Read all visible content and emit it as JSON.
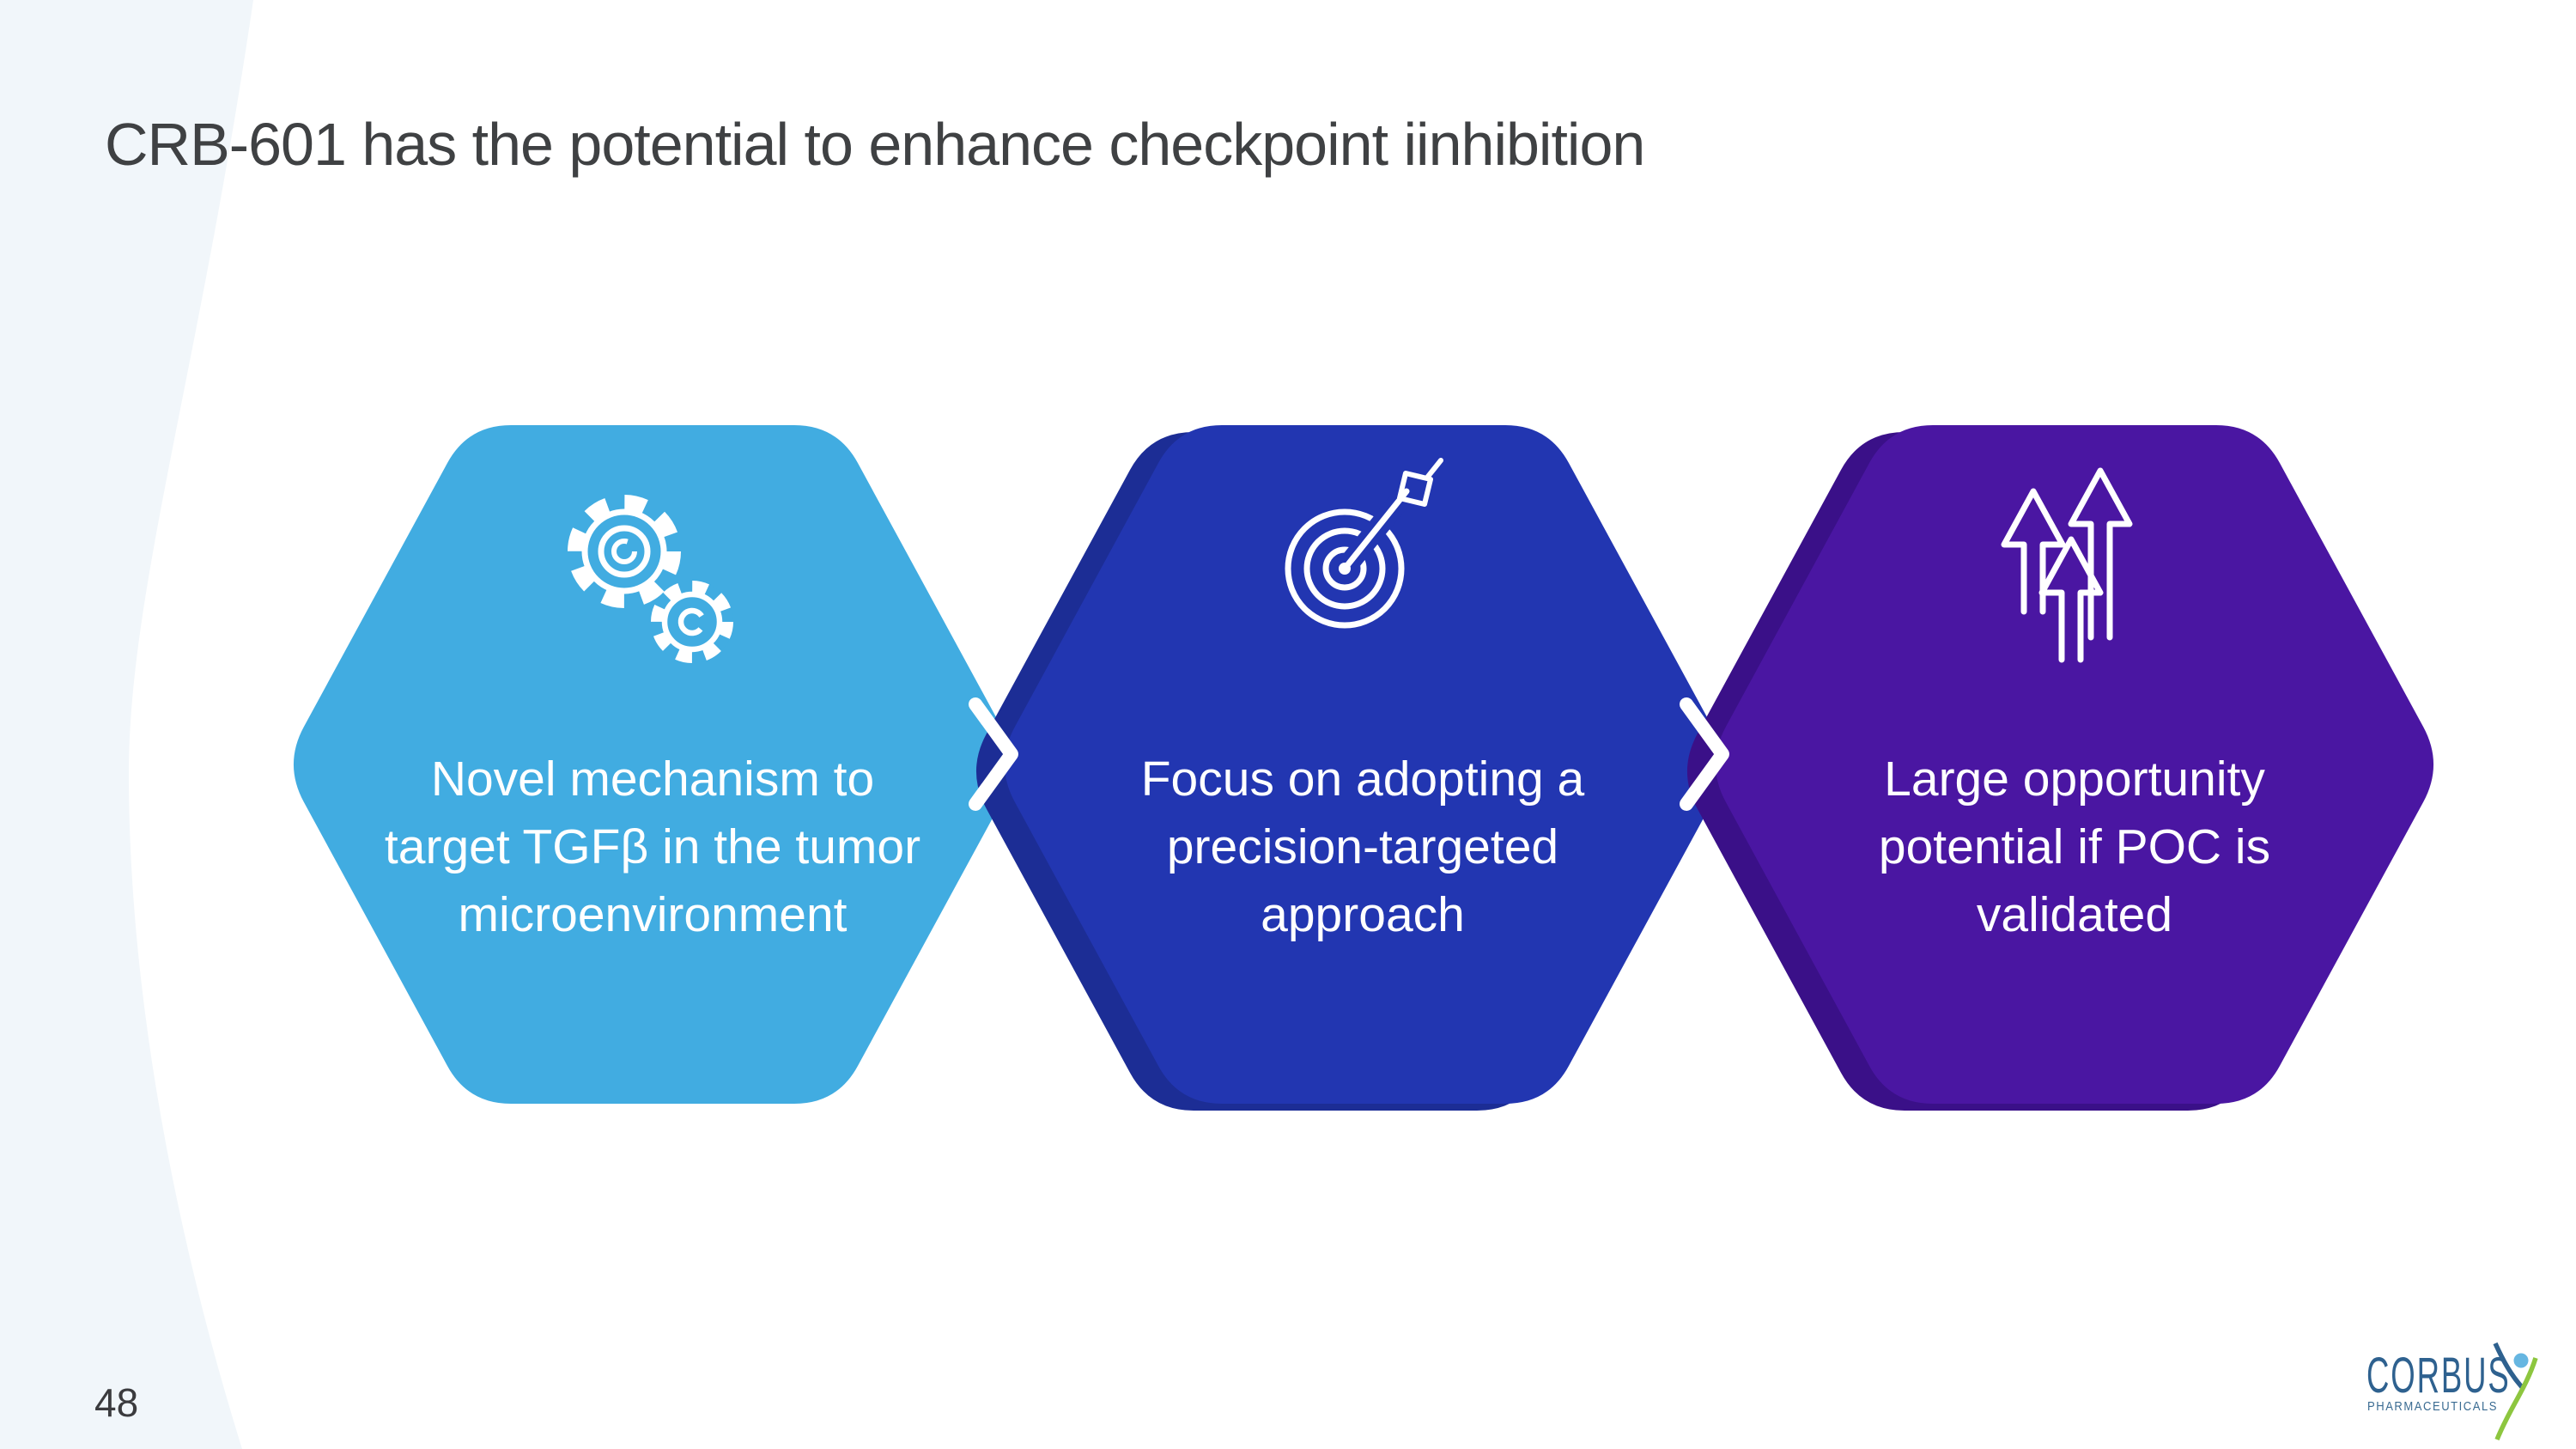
{
  "slide": {
    "title": "CRB-601 has the potential to enhance checkpoint iinhibition",
    "title_color": "#3f4143",
    "page_number": "48",
    "background": {
      "crescent_color": "#f1f6fa"
    },
    "separator_icon": "chevron-right-icon",
    "steps": [
      {
        "label": "Novel mechanism to\ntarget TGFβ in the tumor\nmicroenvironment",
        "icon": "gears-icon",
        "color": "#41ace1"
      },
      {
        "label": "Focus on adopting a\nprecision-targeted\napproach",
        "icon": "target-arrow-icon",
        "color": "#2236b1",
        "shadow_color": "#1c2d95"
      },
      {
        "label": "Large opportunity\npotential if POC is\nvalidated",
        "icon": "growth-arrows-icon",
        "color": "#4a16a2",
        "shadow_color": "#3a1088"
      }
    ],
    "logo": {
      "company": "CORBUS",
      "division": "PHARMACEUTICALS",
      "text_color": "#2e618f",
      "green": "#8dc63f",
      "blue": "#2e618f",
      "head_color": "#66b6e1"
    }
  }
}
